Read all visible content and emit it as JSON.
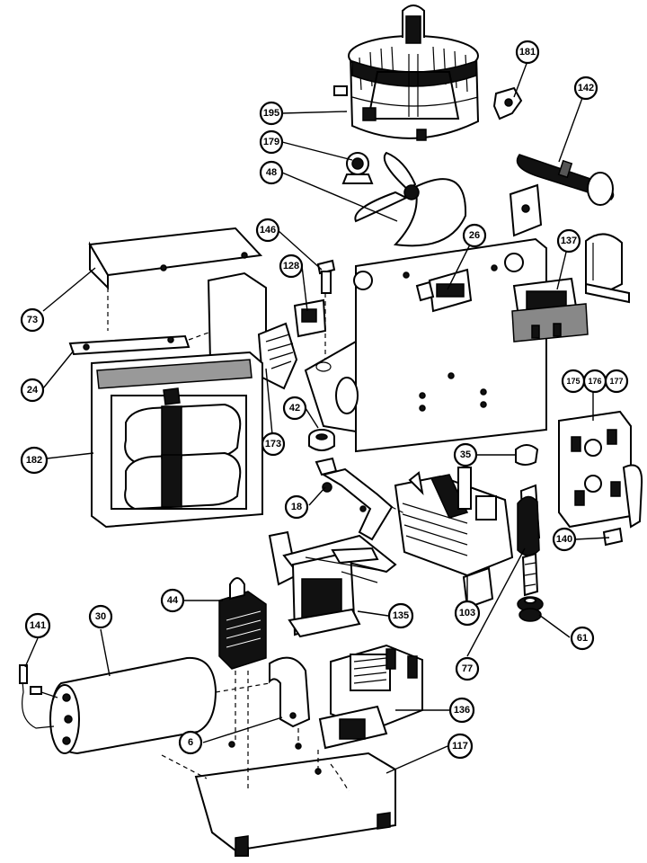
{
  "callouts": [
    {
      "id": "c181",
      "label": "181"
    },
    {
      "id": "c142",
      "label": "142"
    },
    {
      "id": "c195",
      "label": "195"
    },
    {
      "id": "c179",
      "label": "179"
    },
    {
      "id": "c48",
      "label": "48"
    },
    {
      "id": "c146",
      "label": "146"
    },
    {
      "id": "c26",
      "label": "26"
    },
    {
      "id": "c137",
      "label": "137"
    },
    {
      "id": "c128",
      "label": "128"
    },
    {
      "id": "c73",
      "label": "73"
    },
    {
      "id": "c24",
      "label": "24"
    },
    {
      "id": "c42",
      "label": "42"
    },
    {
      "id": "c175",
      "label": "175"
    },
    {
      "id": "c176",
      "label": "176"
    },
    {
      "id": "c177",
      "label": "177"
    },
    {
      "id": "c35",
      "label": "35"
    },
    {
      "id": "c182",
      "label": "182"
    },
    {
      "id": "c173",
      "label": "173"
    },
    {
      "id": "c18",
      "label": "18"
    },
    {
      "id": "c140",
      "label": "140"
    },
    {
      "id": "c44",
      "label": "44"
    },
    {
      "id": "c135",
      "label": "135"
    },
    {
      "id": "c103",
      "label": "103"
    },
    {
      "id": "c61",
      "label": "61"
    },
    {
      "id": "c141",
      "label": "141"
    },
    {
      "id": "c30",
      "label": "30"
    },
    {
      "id": "c77",
      "label": "77"
    },
    {
      "id": "c136",
      "label": "136"
    },
    {
      "id": "c6",
      "label": "6"
    },
    {
      "id": "c117",
      "label": "117"
    }
  ]
}
